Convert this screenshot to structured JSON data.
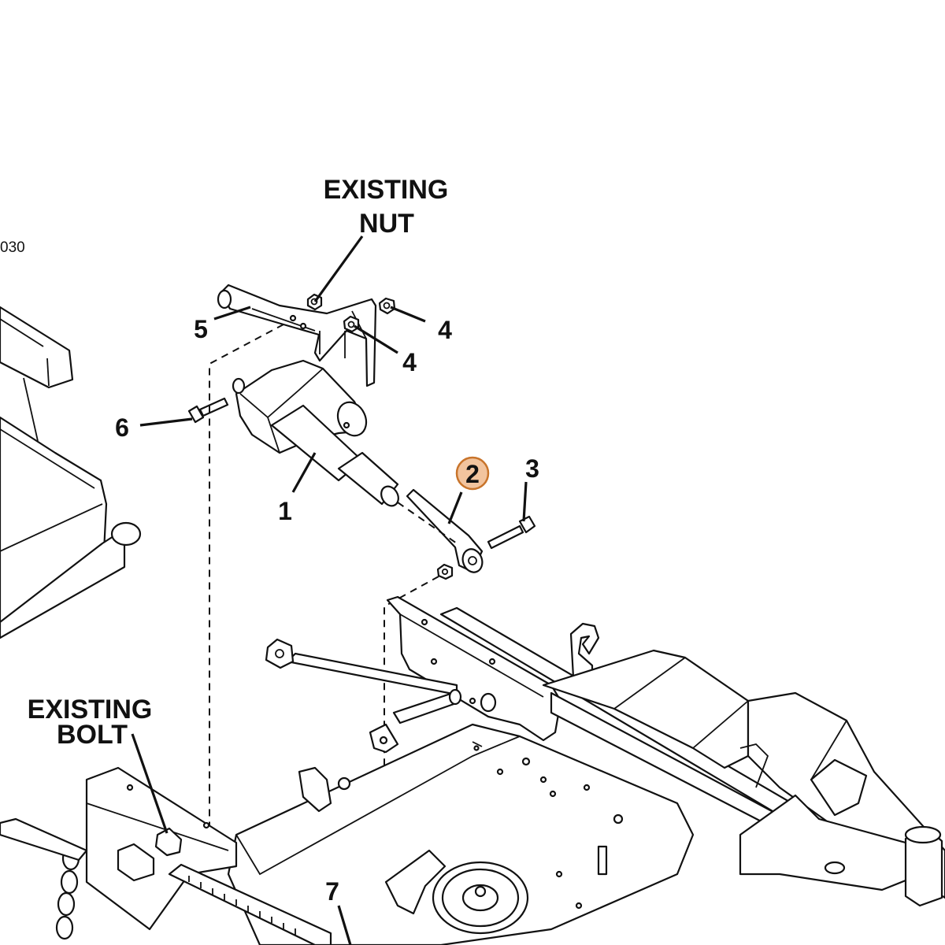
{
  "figure_code": "030",
  "existing_nut": {
    "line1": "EXISTING",
    "line2": "NUT"
  },
  "existing_bolt": {
    "line1": "EXISTING",
    "line2": "BOLT"
  },
  "callouts": [
    "1",
    "2",
    "3",
    "4",
    "4",
    "5",
    "6",
    "7"
  ],
  "highlight_color": "#f2c49e",
  "highlight_stroke": "#c8742b"
}
